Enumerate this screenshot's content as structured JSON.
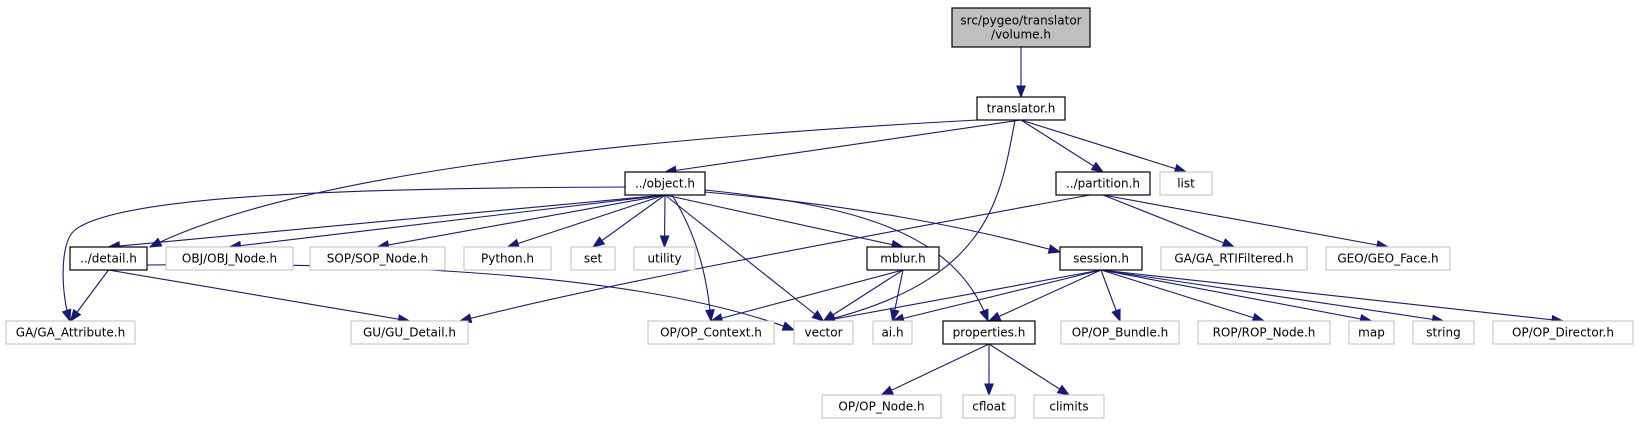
{
  "diagram": {
    "type": "include-dependency-graph",
    "nodes": [
      {
        "id": "volume",
        "lines": [
          "src/pygeo/translator",
          "/volume.h"
        ],
        "kind": "root"
      },
      {
        "id": "translator",
        "lines": [
          "translator.h"
        ],
        "kind": "file"
      },
      {
        "id": "object",
        "lines": [
          "../object.h"
        ],
        "kind": "file"
      },
      {
        "id": "partition",
        "lines": [
          "../partition.h"
        ],
        "kind": "file"
      },
      {
        "id": "list",
        "lines": [
          "list"
        ],
        "kind": "external"
      },
      {
        "id": "detail",
        "lines": [
          "../detail.h"
        ],
        "kind": "file"
      },
      {
        "id": "objnode",
        "lines": [
          "OBJ/OBJ_Node.h"
        ],
        "kind": "external"
      },
      {
        "id": "sopnode",
        "lines": [
          "SOP/SOP_Node.h"
        ],
        "kind": "external"
      },
      {
        "id": "python",
        "lines": [
          "Python.h"
        ],
        "kind": "external"
      },
      {
        "id": "set",
        "lines": [
          "set"
        ],
        "kind": "external"
      },
      {
        "id": "utility",
        "lines": [
          "utility"
        ],
        "kind": "external"
      },
      {
        "id": "mblur",
        "lines": [
          "mblur.h"
        ],
        "kind": "file"
      },
      {
        "id": "session",
        "lines": [
          "session.h"
        ],
        "kind": "file"
      },
      {
        "id": "rtifiltered",
        "lines": [
          "GA/GA_RTIFiltered.h"
        ],
        "kind": "external"
      },
      {
        "id": "geoface",
        "lines": [
          "GEO/GEO_Face.h"
        ],
        "kind": "external"
      },
      {
        "id": "gaattr",
        "lines": [
          "GA/GA_Attribute.h"
        ],
        "kind": "external"
      },
      {
        "id": "gudetail",
        "lines": [
          "GU/GU_Detail.h"
        ],
        "kind": "external"
      },
      {
        "id": "opcontext",
        "lines": [
          "OP/OP_Context.h"
        ],
        "kind": "external"
      },
      {
        "id": "vector",
        "lines": [
          "vector"
        ],
        "kind": "external"
      },
      {
        "id": "ai",
        "lines": [
          "ai.h"
        ],
        "kind": "external"
      },
      {
        "id": "properties",
        "lines": [
          "properties.h"
        ],
        "kind": "file"
      },
      {
        "id": "opbundle",
        "lines": [
          "OP/OP_Bundle.h"
        ],
        "kind": "external"
      },
      {
        "id": "ropnode",
        "lines": [
          "ROP/ROP_Node.h"
        ],
        "kind": "external"
      },
      {
        "id": "map",
        "lines": [
          "map"
        ],
        "kind": "external"
      },
      {
        "id": "string",
        "lines": [
          "string"
        ],
        "kind": "external"
      },
      {
        "id": "opdirector",
        "lines": [
          "OP/OP_Director.h"
        ],
        "kind": "external"
      },
      {
        "id": "opnode",
        "lines": [
          "OP/OP_Node.h"
        ],
        "kind": "external"
      },
      {
        "id": "cfloat",
        "lines": [
          "cfloat"
        ],
        "kind": "external"
      },
      {
        "id": "climits",
        "lines": [
          "climits"
        ],
        "kind": "external"
      }
    ],
    "edges": [
      {
        "from": "volume",
        "to": "translator"
      },
      {
        "from": "translator",
        "to": "object"
      },
      {
        "from": "translator",
        "to": "detail"
      },
      {
        "from": "translator",
        "to": "vector"
      },
      {
        "from": "translator",
        "to": "partition"
      },
      {
        "from": "translator",
        "to": "list"
      },
      {
        "from": "object",
        "to": "gaattr"
      },
      {
        "from": "object",
        "to": "detail"
      },
      {
        "from": "object",
        "to": "objnode"
      },
      {
        "from": "object",
        "to": "sopnode"
      },
      {
        "from": "object",
        "to": "python"
      },
      {
        "from": "object",
        "to": "set"
      },
      {
        "from": "object",
        "to": "utility"
      },
      {
        "from": "object",
        "to": "opcontext"
      },
      {
        "from": "object",
        "to": "vector"
      },
      {
        "from": "object",
        "to": "mblur"
      },
      {
        "from": "object",
        "to": "properties"
      },
      {
        "from": "object",
        "to": "session"
      },
      {
        "from": "partition",
        "to": "gudetail"
      },
      {
        "from": "partition",
        "to": "rtifiltered"
      },
      {
        "from": "partition",
        "to": "geoface"
      },
      {
        "from": "detail",
        "to": "gaattr"
      },
      {
        "from": "detail",
        "to": "gudetail"
      },
      {
        "from": "detail",
        "to": "vector"
      },
      {
        "from": "mblur",
        "to": "opcontext"
      },
      {
        "from": "mblur",
        "to": "vector"
      },
      {
        "from": "mblur",
        "to": "ai"
      },
      {
        "from": "session",
        "to": "vector"
      },
      {
        "from": "session",
        "to": "ai"
      },
      {
        "from": "session",
        "to": "properties"
      },
      {
        "from": "session",
        "to": "opbundle"
      },
      {
        "from": "session",
        "to": "ropnode"
      },
      {
        "from": "session",
        "to": "map"
      },
      {
        "from": "session",
        "to": "string"
      },
      {
        "from": "session",
        "to": "opdirector"
      },
      {
        "from": "properties",
        "to": "opnode"
      },
      {
        "from": "properties",
        "to": "cfloat"
      },
      {
        "from": "properties",
        "to": "climits"
      }
    ],
    "colors": {
      "edge": "#191970",
      "root_fill": "#bfbfbf",
      "root_border": "#000000",
      "file_border": "#000000",
      "external_border": "#bfbfbf",
      "text": "#000000"
    }
  }
}
